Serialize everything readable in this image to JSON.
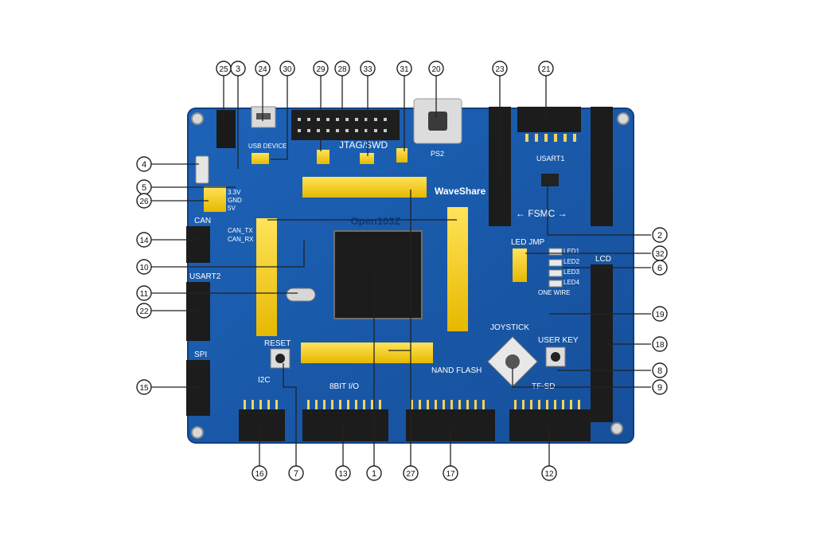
{
  "board": {
    "silk": {
      "usb_device": "USB DEVICE",
      "jtag_swd": "JTAG/SWD",
      "ps2": "PS2",
      "brand": "WaveShare",
      "usart1": "USART1",
      "fsmc": "← FSMC →",
      "can": "CAN",
      "usart2": "USART2",
      "spi": "SPI",
      "led_jmp": "LED JMP",
      "led1": "LED1",
      "led2": "LED2",
      "led3": "LED3",
      "led4": "LED4",
      "lcd": "LCD",
      "one_wire": "ONE WIRE",
      "joystick": "JOYSTICK",
      "user_key": "USER KEY",
      "reset": "RESET",
      "i2c": "I2C",
      "bit8_io": "8BIT I/O",
      "nand_flash": "NAND FLASH",
      "tf_sd": "TF-SD",
      "v33": "3.3V",
      "gnd": "GND",
      "v5": "5V",
      "can_tx": "CAN_TX",
      "can_rx": "CAN_RX",
      "chip": "Open103Z"
    }
  },
  "callouts": [
    {
      "id": "c25",
      "label": "25"
    },
    {
      "id": "c3",
      "label": "3"
    },
    {
      "id": "c24",
      "label": "24"
    },
    {
      "id": "c30",
      "label": "30"
    },
    {
      "id": "c29",
      "label": "29"
    },
    {
      "id": "c28",
      "label": "28"
    },
    {
      "id": "c33",
      "label": "33"
    },
    {
      "id": "c31",
      "label": "31"
    },
    {
      "id": "c20",
      "label": "20"
    },
    {
      "id": "c23",
      "label": "23"
    },
    {
      "id": "c21",
      "label": "21"
    },
    {
      "id": "c4",
      "label": "4"
    },
    {
      "id": "c5",
      "label": "5"
    },
    {
      "id": "c26",
      "label": "26"
    },
    {
      "id": "c14",
      "label": "14"
    },
    {
      "id": "c10",
      "label": "10"
    },
    {
      "id": "c11",
      "label": "11"
    },
    {
      "id": "c22",
      "label": "22"
    },
    {
      "id": "c15",
      "label": "15"
    },
    {
      "id": "c2",
      "label": "2"
    },
    {
      "id": "c32",
      "label": "32"
    },
    {
      "id": "c6",
      "label": "6"
    },
    {
      "id": "c19",
      "label": "19"
    },
    {
      "id": "c18",
      "label": "18"
    },
    {
      "id": "c8",
      "label": "8"
    },
    {
      "id": "c9",
      "label": "9"
    },
    {
      "id": "c16",
      "label": "16"
    },
    {
      "id": "c7",
      "label": "7"
    },
    {
      "id": "c13",
      "label": "13"
    },
    {
      "id": "c1",
      "label": "1"
    },
    {
      "id": "c27",
      "label": "27"
    },
    {
      "id": "c17",
      "label": "17"
    },
    {
      "id": "c12",
      "label": "12"
    }
  ]
}
